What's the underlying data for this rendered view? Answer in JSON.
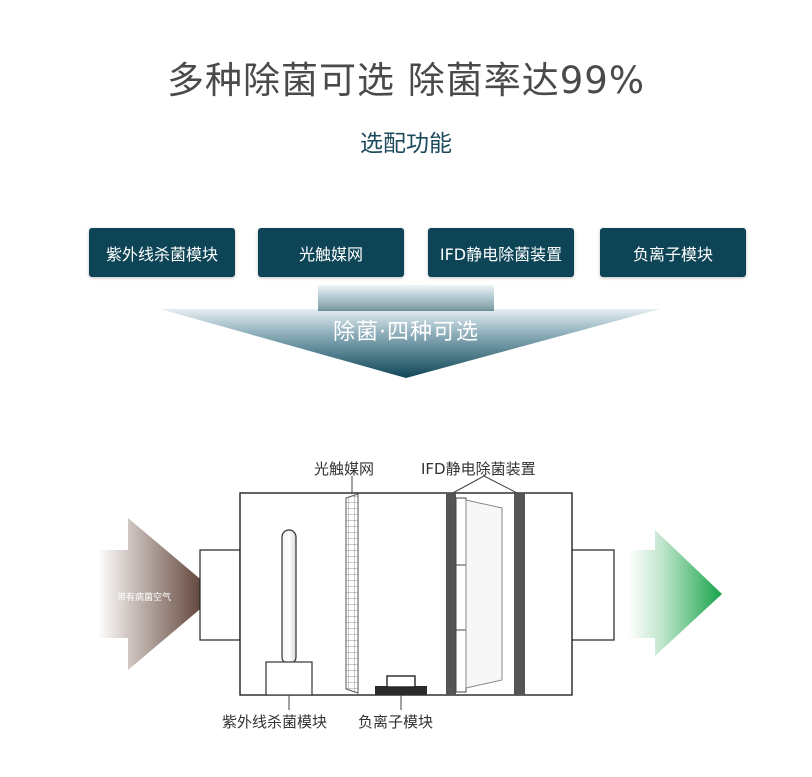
{
  "header": {
    "title": "多种除菌可选  除菌率达99%",
    "subtitle": "选配功能"
  },
  "options": [
    {
      "label": "紫外线杀菌模块"
    },
    {
      "label": "光触媒网"
    },
    {
      "label": "IFD静电除菌装置"
    },
    {
      "label": "负离子模块"
    }
  ],
  "funnel": {
    "label": "除菌·四种可选"
  },
  "diagram": {
    "photocatalyst_label": "光触媒网",
    "ifd_label": "IFD静电除菌装置",
    "uv_label": "紫外线杀菌模块",
    "ion_label": "负离子模块",
    "inlet_label": "带有病菌空气"
  },
  "colors": {
    "primary": "#0e4556",
    "title": "#4a4a4a",
    "subtitle": "#1c4a5c",
    "inlet_arrow": "#4a2a1f",
    "outlet_arrow": "#17a34a"
  }
}
